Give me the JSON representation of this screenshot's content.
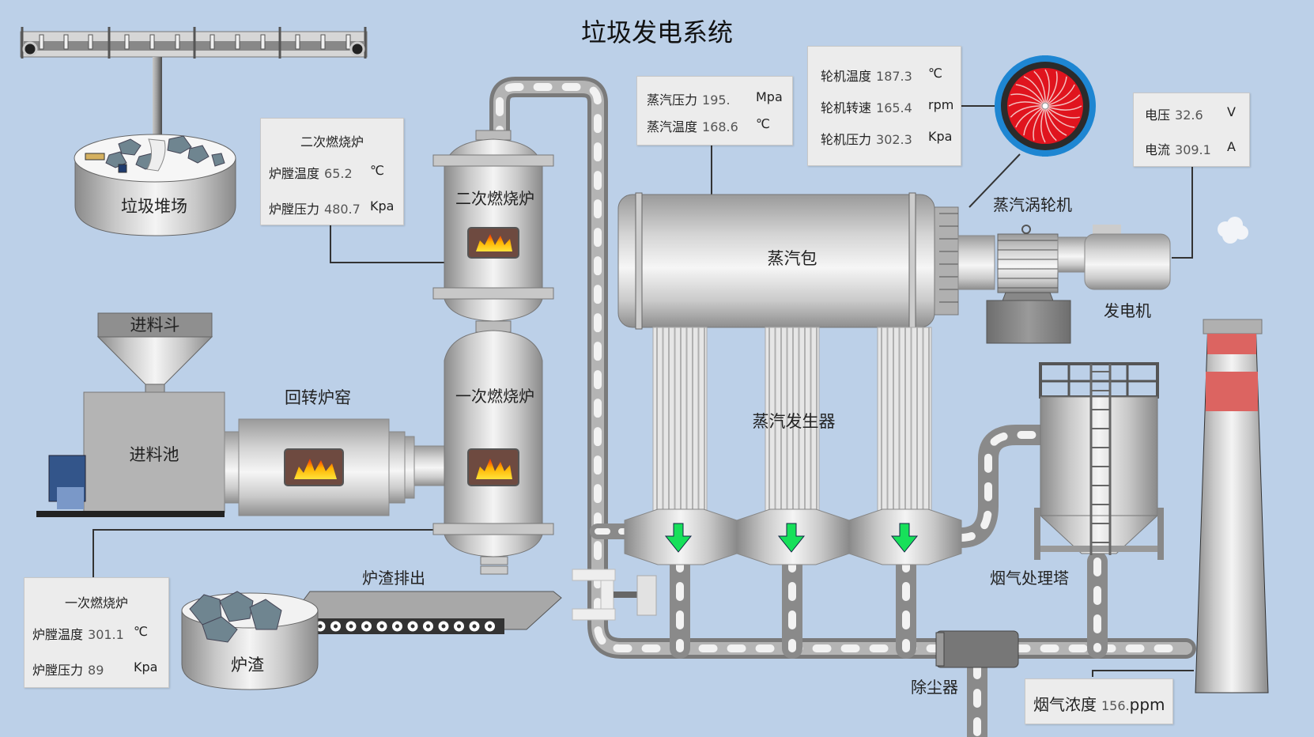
{
  "title": "垃圾发电系统",
  "colors": {
    "background": "#bcd0e8",
    "flame_red": "#ff2a00",
    "flame_yellow": "#ffe33a",
    "arrow_green": "#17e05a",
    "turbine_red": "#e0141e",
    "turbine_ring": "#1e86d2",
    "chimney_band": "#dc6461"
  },
  "equipment_labels": {
    "garbage_yard": "垃圾堆场",
    "feed_hopper": "进料斗",
    "feed_pool": "进料池",
    "rotary_kiln": "回转炉窑",
    "secondary_furnace": "二次燃烧炉",
    "primary_furnace": "一次燃烧炉",
    "slag": "炉渣",
    "slag_discharge": "炉渣排出",
    "steam_drum": "蒸汽包",
    "steam_generator": "蒸汽发生器",
    "steam_turbine": "蒸汽涡轮机",
    "generator": "发电机",
    "flue_gas_tower": "烟气处理塔",
    "dust_collector": "除尘器"
  },
  "panels": {
    "secondary_furnace": {
      "title": "二次燃烧炉",
      "rows": [
        {
          "label": "炉膛温度",
          "value": "65.2",
          "unit": "℃"
        },
        {
          "label": "炉膛压力",
          "value": "480.7",
          "unit": "Kpa"
        }
      ]
    },
    "primary_furnace": {
      "title": "一次燃烧炉",
      "rows": [
        {
          "label": "炉膛温度",
          "value": "301.1",
          "unit": "℃"
        },
        {
          "label": "炉膛压力",
          "value": "89",
          "unit": "Kpa"
        }
      ]
    },
    "steam": {
      "rows": [
        {
          "label": "蒸汽压力",
          "value": "195.",
          "unit": "Mpa"
        },
        {
          "label": "蒸汽温度",
          "value": "168.6",
          "unit": "℃"
        }
      ]
    },
    "turbine": {
      "rows": [
        {
          "label": "轮机温度",
          "value": "187.3",
          "unit": "℃"
        },
        {
          "label": "轮机转速",
          "value": "165.4",
          "unit": "rpm"
        },
        {
          "label": "轮机压力",
          "value": "302.3",
          "unit": "Kpa"
        }
      ]
    },
    "generator": {
      "rows": [
        {
          "label": "电压",
          "value": "32.6",
          "unit": "V"
        },
        {
          "label": "电流",
          "value": "309.1",
          "unit": "A"
        }
      ]
    },
    "flue_gas": {
      "rows": [
        {
          "label": "烟气浓度",
          "value": "156.",
          "unit": "ppm"
        }
      ]
    }
  }
}
